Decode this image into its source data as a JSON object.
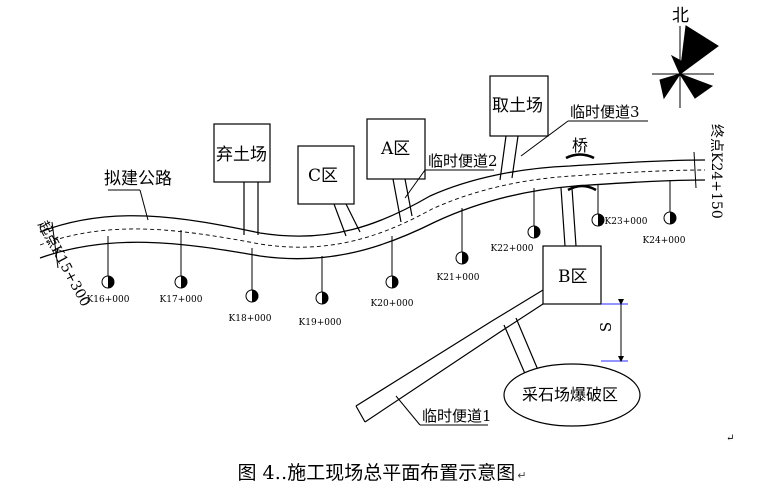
{
  "north_label": "北",
  "road": {
    "name": "拟建公路",
    "start": "起点K15+300",
    "end": "终点K24+150"
  },
  "areas": {
    "spoil": "弃土场",
    "c": "C区",
    "a": "A区",
    "borrow": "取土场",
    "b": "B区",
    "quarry": "采石场爆破区"
  },
  "access_roads": {
    "road1": "临时便道1",
    "road2": "临时便道2",
    "road3": "临时便道3"
  },
  "bridge": "桥",
  "distance_label": "S",
  "stations": [
    "K16+000",
    "K17+000",
    "K18+000",
    "K19+000",
    "K20+000",
    "K21+000",
    "K22+000",
    "K23+000",
    "K24+000"
  ],
  "caption": {
    "text": "图 4‥施工现场总平面布置示意图",
    "mark": "↵"
  },
  "return_mark": "↵"
}
